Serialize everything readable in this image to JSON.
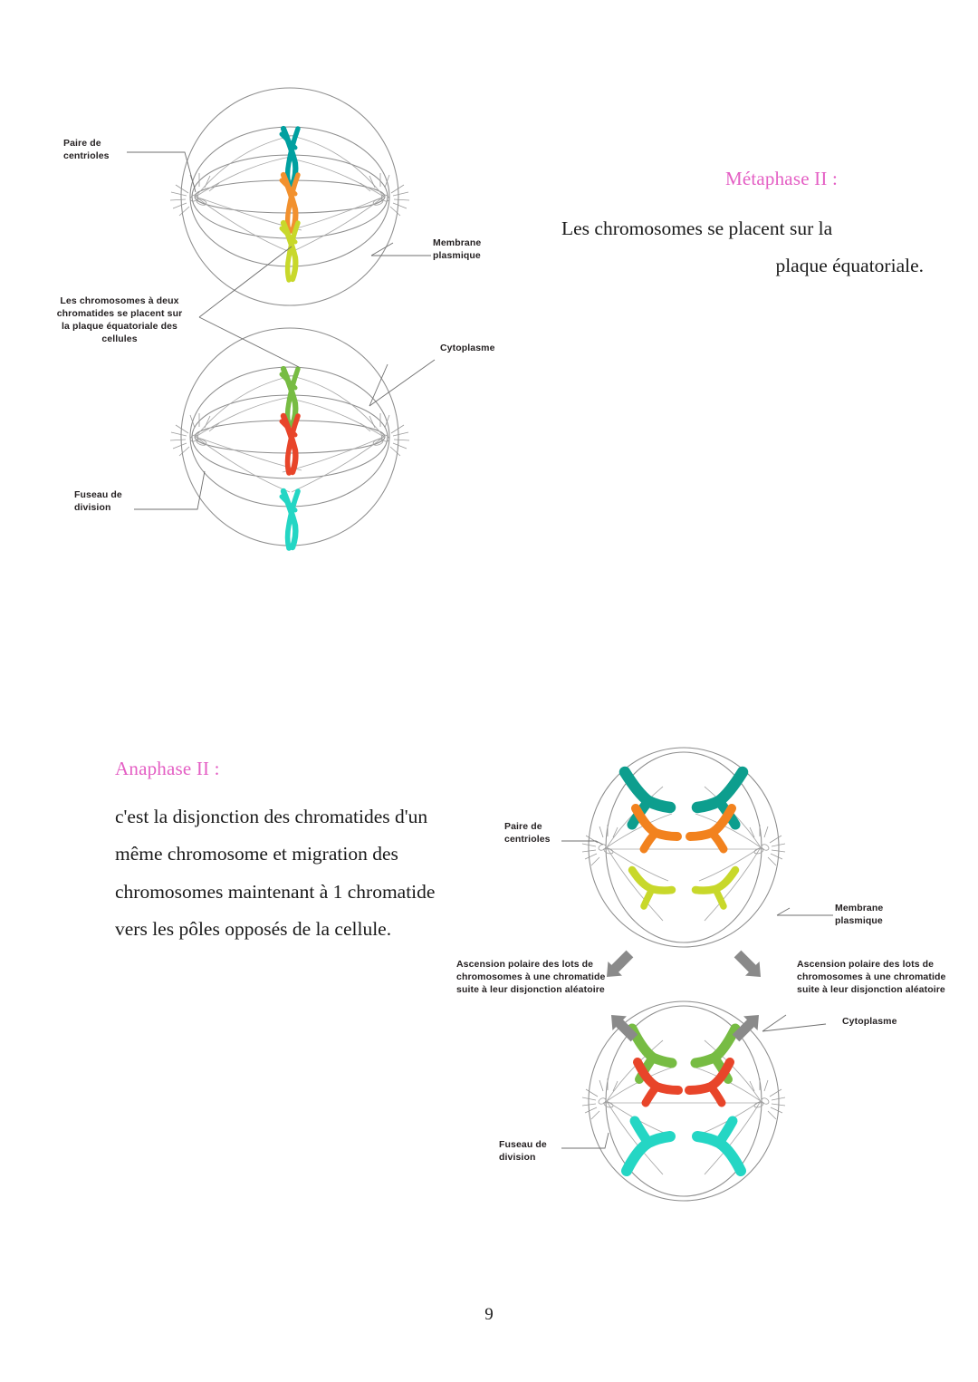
{
  "document": {
    "page_number": "9",
    "language": "fr"
  },
  "sections": {
    "metaphase": {
      "title": "Métaphase II :",
      "title_color": "#E45FC4",
      "body_lines": [
        "Les chromosomes se placent sur la",
        "plaque équatoriale."
      ]
    },
    "anaphase": {
      "title": "Anaphase II :",
      "title_color": "#E45FC4",
      "body_lines": [
        "c'est la disjonction des chromatides d'un",
        "même chromosome et migration des",
        "chromosomes maintenant à 1 chromatide",
        "vers les pôles opposés de la cellule."
      ]
    }
  },
  "figures": {
    "metaphase_diagram": {
      "labels": {
        "centrioles": "Paire de\ncentrioles",
        "membrane": "Membrane\nplasmique",
        "equatorial_plate": "Les chromosomes à deux\nchromatides se placent sur\nla plaque équatoriale des\ncellules",
        "cytoplasme": "Cytoplasme",
        "fuseau": "Fuseau de\ndivision"
      },
      "cells": [
        {
          "name": "upper-cell",
          "chromosomes": [
            {
              "color": "#00A0A0",
              "name": "chromosome-teal"
            },
            {
              "color": "#F2912E",
              "name": "chromosome-orange"
            },
            {
              "color": "#C8D82B",
              "name": "chromosome-yellowgreen"
            }
          ]
        },
        {
          "name": "lower-cell",
          "chromosomes": [
            {
              "color": "#77BC43",
              "name": "chromosome-green"
            },
            {
              "color": "#E8452A",
              "name": "chromosome-red"
            },
            {
              "color": "#24D6C4",
              "name": "chromosome-cyan"
            }
          ]
        }
      ]
    },
    "anaphase_diagram": {
      "labels": {
        "centrioles": "Paire de\ncentrioles",
        "membrane": "Membrane\nplasmique",
        "ascension_left": "Ascension polaire des lots de\nchromosomes à une chromatide\nsuite à leur disjonction aléatoire",
        "ascension_right": "Ascension polaire des lots de\nchromosomes à une chromatide\nsuite à leur disjonction aléatoire",
        "cytoplasme": "Cytoplasme",
        "fuseau": "Fuseau de\ndivision"
      },
      "cells": [
        {
          "name": "upper-cell",
          "chromatids": [
            {
              "color": "#0D9E8E",
              "name": "chromatid-teal"
            },
            {
              "color": "#F2821E",
              "name": "chromatid-orange"
            },
            {
              "color": "#C8D82B",
              "name": "chromatid-yellowgreen"
            }
          ]
        },
        {
          "name": "lower-cell",
          "chromatids": [
            {
              "color": "#77BC43",
              "name": "chromatid-green"
            },
            {
              "color": "#E8452A",
              "name": "chromatid-red"
            },
            {
              "color": "#24D6C4",
              "name": "chromatid-cyan"
            }
          ]
        }
      ]
    }
  }
}
